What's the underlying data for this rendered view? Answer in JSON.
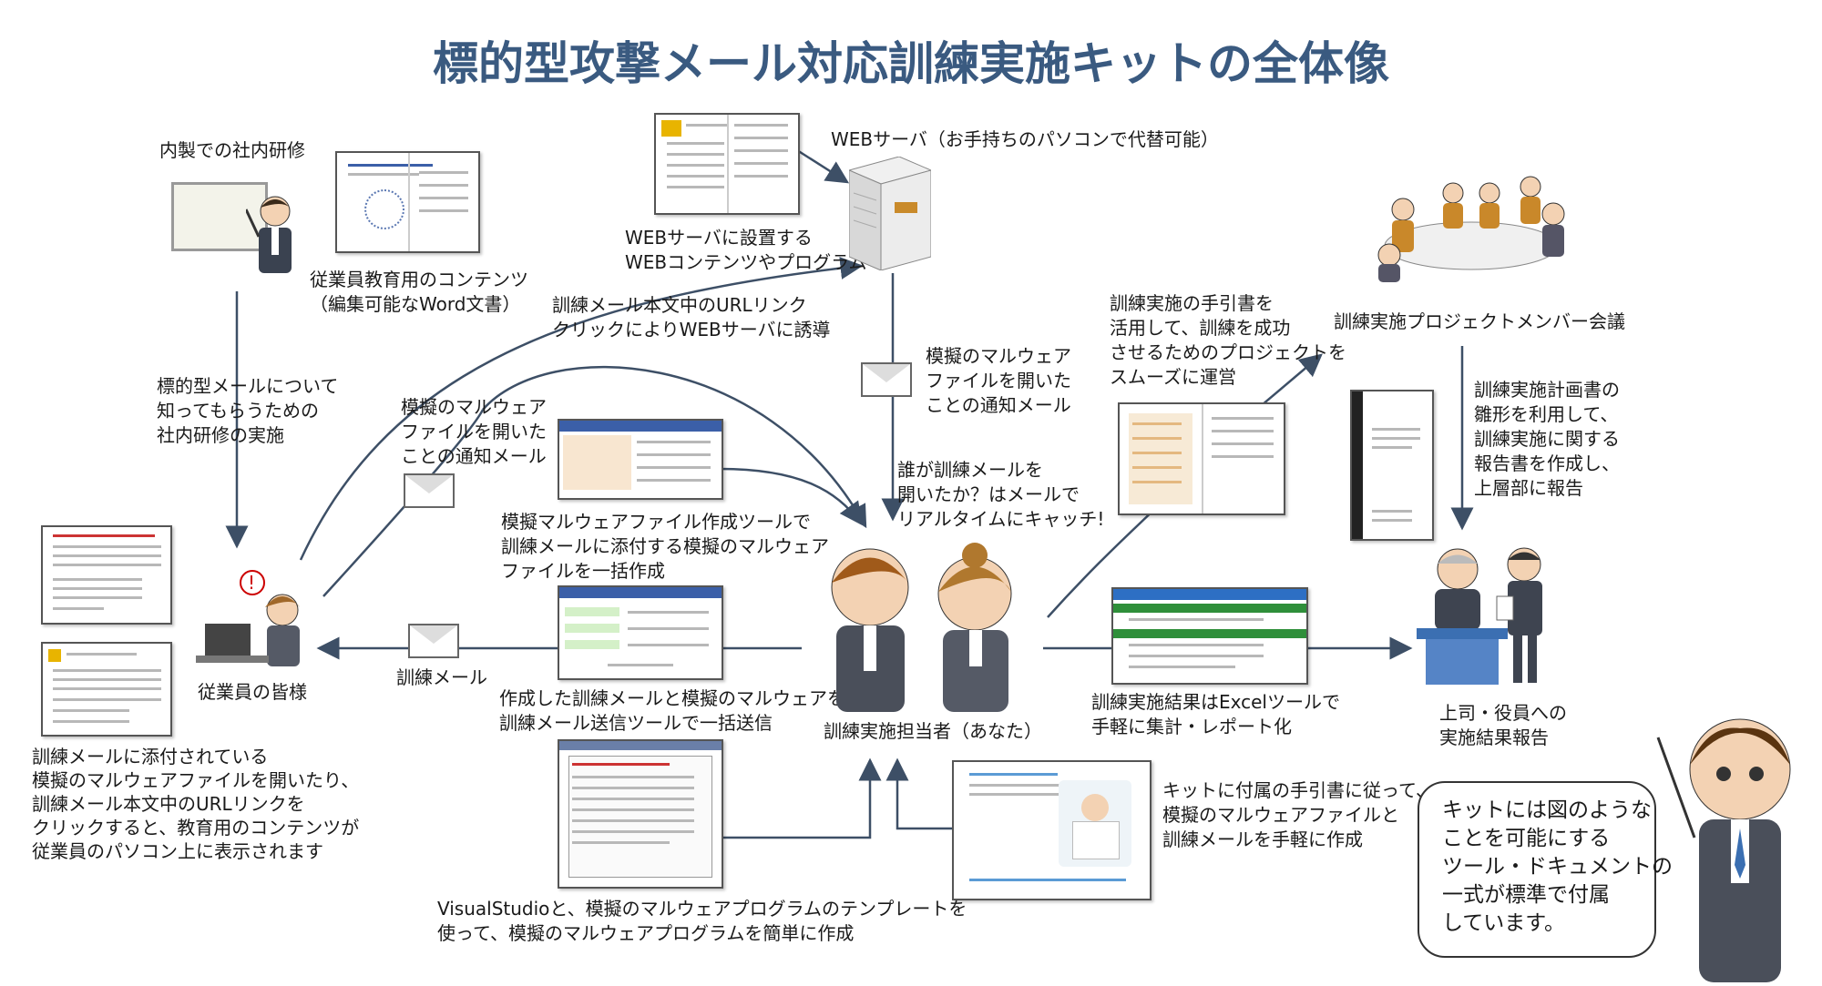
{
  "title": "標的型攻撃メール対応訓練実施キットの全体像",
  "labels": {
    "inhouse": "内製での社内研修",
    "edu_content": [
      "従業員教育用のコンテンツ",
      "（編集可能なWord文書）"
    ],
    "web_server": "WEBサーバ（お手持ちのパソコンで代替可能）",
    "web_content": [
      "WEBサーバに設置する",
      "WEBコンテンツやプログラム"
    ],
    "url_link": [
      "訓練メール本文中のURLリンク",
      "クリックによりWEBサーバに誘導"
    ],
    "notice_top": [
      "模擬のマルウェア",
      "ファイルを開いた",
      "ことの通知メール"
    ],
    "notice_left": [
      "模擬のマルウェア",
      "ファイルを開いた",
      "ことの通知メール"
    ],
    "training_desc": [
      "標的型メールについて",
      "知ってもらうための",
      "社内研修の実施"
    ],
    "realtime": [
      "誰が訓練メールを",
      "開いたか？はメールで",
      "リアルタイムにキャッチ!"
    ],
    "malware_tool": [
      "模擬マルウェアファイル作成ツールで",
      "訓練メールに添付する模擬のマルウェア",
      "ファイルを一括作成"
    ],
    "employees": "従業員の皆様",
    "training_mail": "訓練メール",
    "send_tool": [
      "作成した訓練メールと模擬のマルウェアを",
      "訓練メール送信ツールで一括送信"
    ],
    "staff": "訓練実施担当者（あなた）",
    "employee_desc": [
      "訓練メールに添付されている",
      "模擬のマルウェアファイルを開いたり、",
      "訓練メール本文中のURLリンクを",
      "クリックすると、教育用のコンテンツが",
      "従業員のパソコン上に表示されます"
    ],
    "vs": [
      "VisualStudioと、模擬のマルウェアプログラムのテンプレートを",
      "使って、模擬のマルウェアプログラムを簡単に作成"
    ],
    "guide_use": [
      "訓練実施の手引書を",
      "活用して、訓練を成功",
      "させるためのプロジェクトを",
      "スムーズに運営"
    ],
    "meeting": "訓練実施プロジェクトメンバー会議",
    "plan": [
      "訓練実施計画書の",
      "雛形を利用して、",
      "訓練実施に関する",
      "報告書を作成し、",
      "上層部に報告"
    ],
    "excel": [
      "訓練実施結果はExcelツールで",
      "手軽に集計・レポート化"
    ],
    "report": [
      "上司・役員への",
      "実施結果報告"
    ],
    "kit_guide": [
      "キットに付属の手引書に従って、",
      "模擬のマルウェアファイルと",
      "訓練メールを手軽に作成"
    ],
    "bubble": [
      "キットには図のような",
      "ことを可能にする",
      "ツール・ドキュメントの",
      "一式が標準で付属",
      "しています。"
    ]
  },
  "icons": [
    "whiteboard-icon",
    "web-server-icon",
    "envelope-icon",
    "laptop-icon",
    "meeting-icon",
    "document-icon"
  ],
  "colors": {
    "title": "#3a5a80",
    "arrow": "#3d4f66",
    "doc_header": "#3b5fa8",
    "excel_header": "#2f8f3a"
  }
}
